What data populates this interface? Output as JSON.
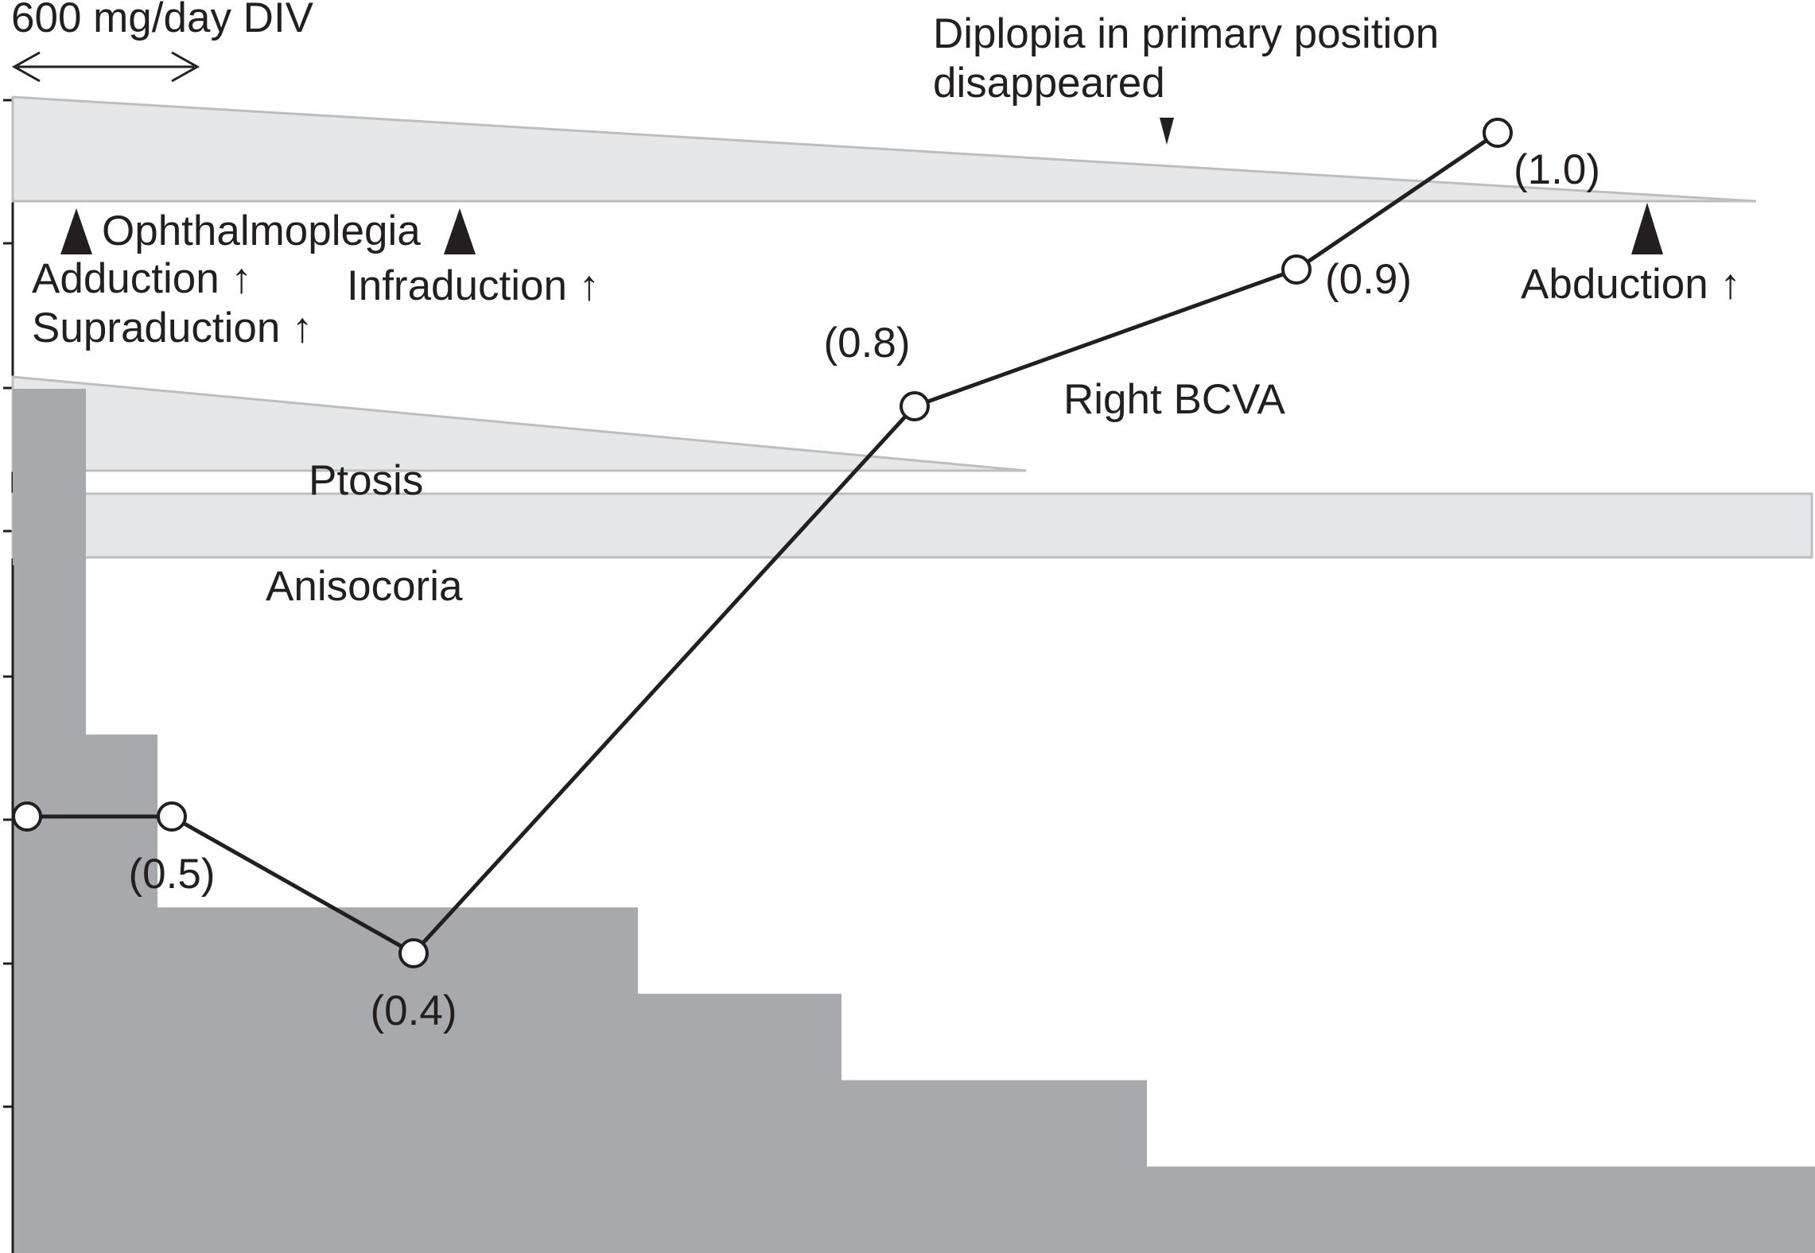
{
  "chart_data": {
    "type": "line",
    "title": "",
    "xlabel": "",
    "ylabel": "",
    "dose": {
      "label": "600 mg/day DIV"
    },
    "symptom_bands": [
      {
        "name": "Ophthalmoplegia",
        "shape": "tapering",
        "color": "#e6e7e8"
      },
      {
        "name": "Ptosis",
        "shape": "tapering",
        "color": "#e6e7e8"
      },
      {
        "name": "Anisocoria",
        "shape": "constant",
        "color": "#e6e7e8"
      }
    ],
    "markers": [
      {
        "label_lines": [
          "Adduction ↑",
          "Supraduction ↑"
        ],
        "direction": "up"
      },
      {
        "label_lines": [
          "Infraduction ↑"
        ],
        "direction": "up"
      },
      {
        "label_lines": [
          "Abduction ↑"
        ],
        "direction": "up"
      },
      {
        "label_lines": [
          "Diplopia in primary position",
          "disappeared"
        ],
        "direction": "down"
      }
    ],
    "series": [
      {
        "name": "Right BCVA",
        "color": "#231f20",
        "points": [
          {
            "value": 0.5,
            "label": ""
          },
          {
            "value": 0.5,
            "label": "(0.5)"
          },
          {
            "value": 0.4,
            "label": "(0.4)"
          },
          {
            "value": 0.8,
            "label": "(0.8)"
          },
          {
            "value": 0.9,
            "label": "(0.9)"
          },
          {
            "value": 1.0,
            "label": "(1.0)"
          }
        ]
      }
    ],
    "steroid_dose_relative": [
      {
        "level": 1.0
      },
      {
        "level": 0.6
      },
      {
        "level": 0.4
      },
      {
        "level": 0.3
      },
      {
        "level": 0.2
      },
      {
        "level": 0.1
      }
    ],
    "colors": {
      "dose_area": "#a7a9ac",
      "band_fill": "#e6e7e8",
      "band_stroke": "#bcbec0",
      "ink": "#231f20"
    }
  }
}
